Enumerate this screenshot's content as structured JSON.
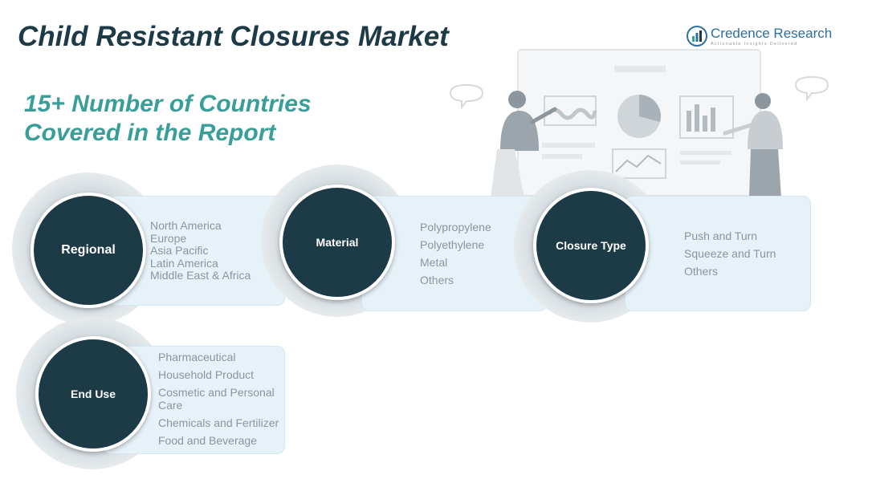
{
  "title": "Child Resistant Closures Market",
  "subtitle_line1": "15+ Number of Countries",
  "subtitle_line2": "Covered in the Report",
  "logo": {
    "name": "Credence Research",
    "tagline": "Actionable Insights Delivered",
    "icon": "bar-chart-logo-icon"
  },
  "colors": {
    "dark": "#1d3a47",
    "teal": "#3a9e98",
    "panel": "#e6f1f8",
    "text_gray": "#8a969e"
  },
  "segments": {
    "regional": {
      "label": "Regional",
      "items": [
        "North America",
        "Europe",
        "Asia Pacific",
        "Latin America",
        "Middle East & Africa"
      ]
    },
    "material": {
      "label": "Material",
      "items": [
        "Polypropylene",
        "Polyethylene",
        "Metal",
        "Others"
      ]
    },
    "closure_type": {
      "label": "Closure Type",
      "items": [
        "Push and Turn",
        "Squeeze and Turn",
        "Others"
      ]
    },
    "end_use": {
      "label": "End Use",
      "items": [
        "Pharmaceutical",
        "Household Product",
        "Cosmetic and Personal Care",
        "Chemicals and Fertilizer",
        "Food and Beverage"
      ]
    }
  }
}
